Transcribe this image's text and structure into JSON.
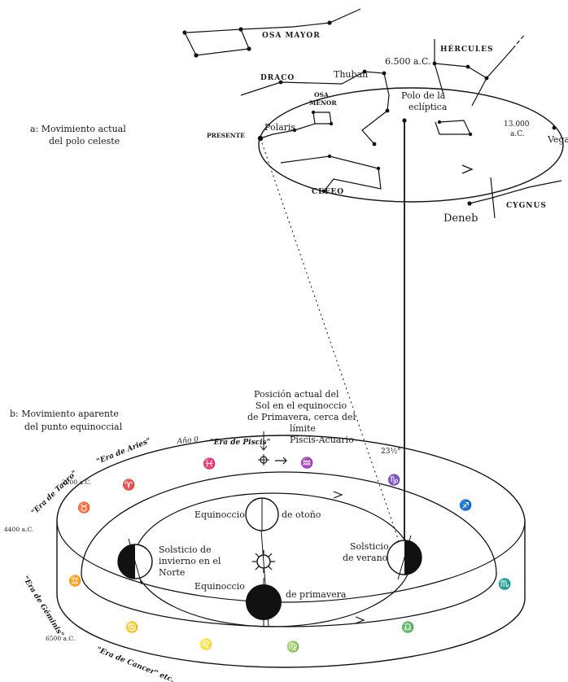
{
  "part_a": {
    "caption_line1": "a: Movimiento actual",
    "caption_line2": "del polo celeste",
    "constellations": {
      "osa_mayor": "OSA MAYOR",
      "draco": "DRACO",
      "hercules": "HÉRCULES",
      "osa_menor_1": "OSA",
      "osa_menor_2": "MENOR",
      "cefeo": "CEFEO",
      "cygnus": "CYGNUS"
    },
    "stars": {
      "thuban": "Thuban",
      "polaris": "Polaris",
      "vega": "Vega",
      "deneb": "Deneb"
    },
    "pole_line1": "Polo de la",
    "pole_line2": "eclíptica",
    "presente": "PRESENTE",
    "date_6500": "6.500 a.C.",
    "date_13000_1": "13.000",
    "date_13000_2": "a.C."
  },
  "part_b": {
    "caption_line1": "b: Movimiento aparente",
    "caption_line2": "del punto equinoccial",
    "sun_pos_1": "Posición actual del",
    "sun_pos_2": "Sol en el equinoccio",
    "sun_pos_3": "de Primavera, cerca del",
    "sun_pos_4": "límite",
    "sun_pos_5": "Piscis-Acuario",
    "angle": "23½°",
    "era_piscis": "\"Era de Piscis\"",
    "ano_0": "Año 0",
    "era_aries": "\"Era de Aries\"",
    "era_tauro": "\"Era de Tauro\"",
    "era_geminis": "\"Era de Géminis\"",
    "era_cancer": "\"Era de Cancer\" etc.",
    "date_2200": "2200 a.C.",
    "date_4400": "4400 a.C.",
    "date_6500": "6500 a.C.",
    "equinoccio_otono_a": "Equinoccio",
    "equinoccio_otono_b": "de otoño",
    "equinoccio_prim_a": "Equinoccio",
    "equinoccio_prim_b": "de primavera",
    "solsticio_inv_1": "Solsticio de",
    "solsticio_inv_2": "invierno en el",
    "solsticio_inv_3": "Norte",
    "solsticio_ver_1": "Solsticio",
    "solsticio_ver_2": "de verano",
    "zodiac": {
      "pisces": "♓",
      "aries": "♈",
      "aquarius": "♒",
      "capricorn": "♑",
      "sagittarius": "♐",
      "scorpio": "♏",
      "libra": "♎",
      "virgo": "♍",
      "leo": "♌",
      "cancer": "♋",
      "gemini": "♊",
      "taurus": "♉"
    }
  }
}
